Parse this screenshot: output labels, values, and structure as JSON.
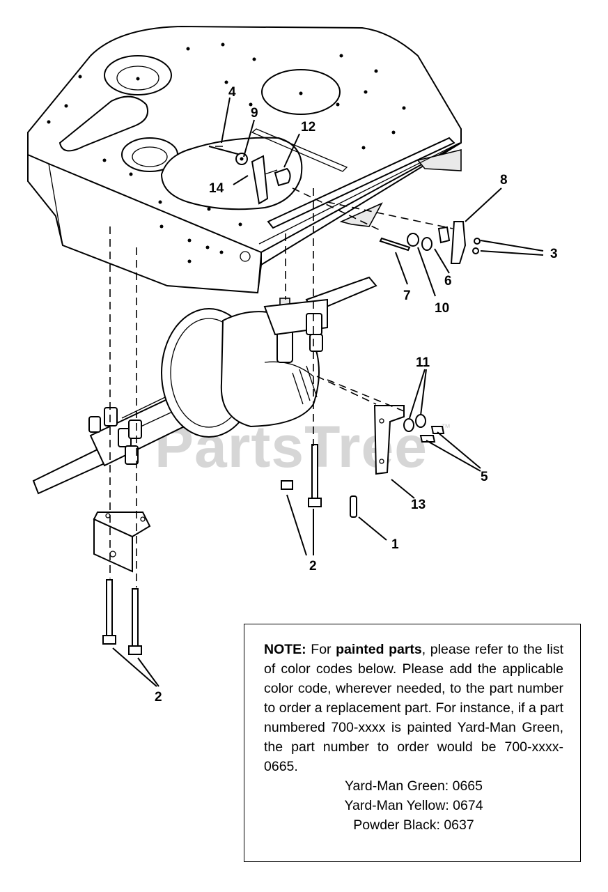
{
  "watermark": "PartsTree",
  "trademark": "™",
  "callouts": {
    "c1": "1",
    "c2a": "2",
    "c2b": "2",
    "c3": "3",
    "c4": "4",
    "c5": "5",
    "c6": "6",
    "c7": "7",
    "c8": "8",
    "c9": "9",
    "c10": "10",
    "c11": "11",
    "c12": "12",
    "c13": "13",
    "c14": "14"
  },
  "note": {
    "label": "NOTE:",
    "text_a": " For ",
    "bold_phrase": "painted parts",
    "text_b": ", please refer to the list of color codes below.  Please add the applicable color code, wherever needed, to the part number to order a replacement part.  For instance, if a part numbered 700-xxxx is painted Yard-Man Green, the part number to order would be 700-xxxx-0665.",
    "codes": [
      "Yard-Man Green: 0665",
      "Yard-Man Yellow: 0674",
      "Powder Black: 0637"
    ]
  }
}
